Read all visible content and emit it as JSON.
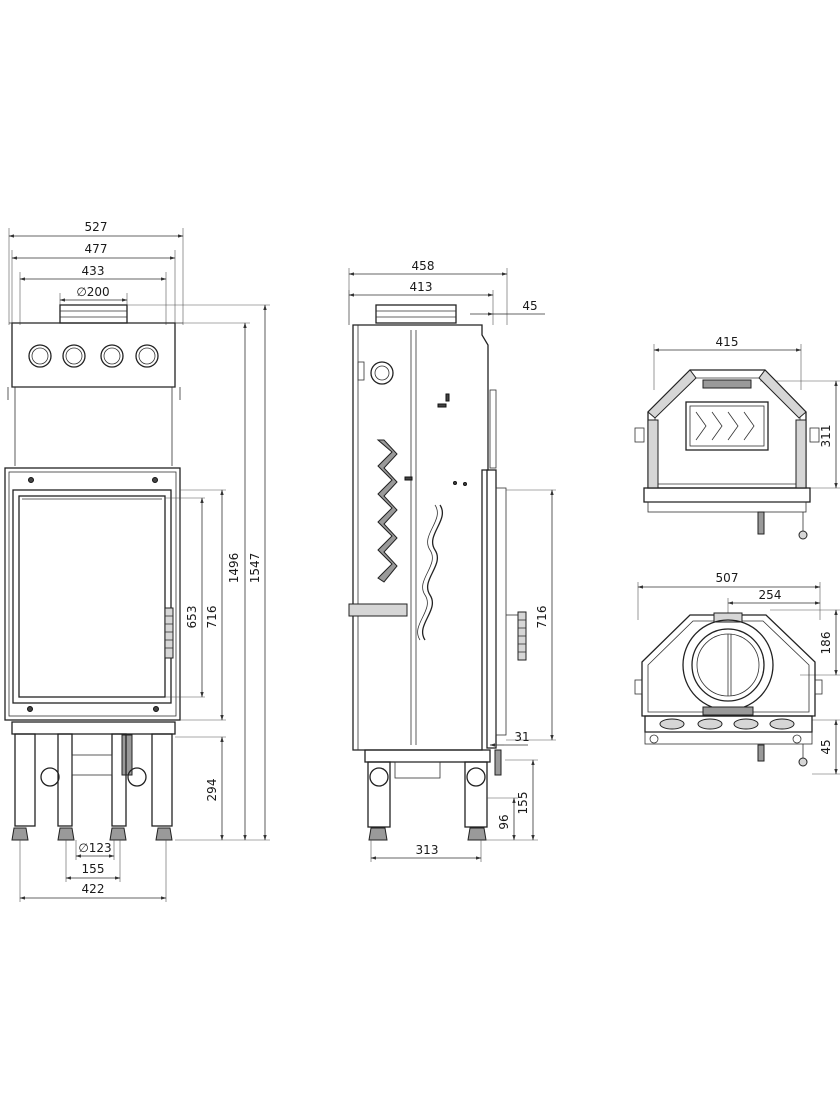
{
  "front_view": {
    "dim_overall_width": "527",
    "dim_inner_width": "477",
    "dim_top_width": "433",
    "dim_flue_diameter": "∅200",
    "dim_glass_height": "653",
    "dim_door_height": "716",
    "dim_height_to_flue": "1496",
    "dim_overall_height": "1547",
    "dim_base_height": "294",
    "dim_inlet_diameter": "∅123",
    "dim_inlet_spacing": "155",
    "dim_base_width": "422"
  },
  "side_view": {
    "dim_overall_depth": "458",
    "dim_body_depth": "413",
    "dim_door_offset": "45",
    "dim_door_height": "716",
    "dim_door_gap": "31",
    "dim_base_height": "155",
    "dim_leg_height": "96",
    "dim_base_depth": "313"
  },
  "top_view": {
    "dim_width": "415",
    "dim_depth": "311"
  },
  "bottom_view": {
    "dim_overall_width": "507",
    "dim_flue_offset": "254",
    "dim_flue_depth": "186",
    "dim_inlet_depth": "45"
  }
}
